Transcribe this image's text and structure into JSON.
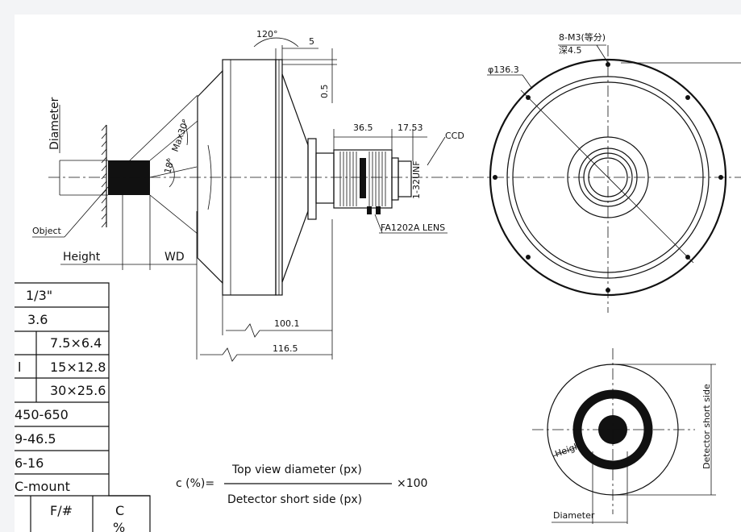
{
  "side_view": {
    "label_diameter": "Diameter",
    "label_object": "Object",
    "label_height": "Height",
    "label_wd": "WD",
    "angle_max": "Max30°",
    "angle_18": "18°",
    "angle_120": "120°",
    "dim_5": "5",
    "dim_0_5": "0.5",
    "dim_36_5": "36.5",
    "dim_17_53": "17.53",
    "thread": "1-32UNF",
    "ccd": "CCD",
    "lens_label": "FA1202A LENS",
    "dim_100_1": "100.1",
    "dim_116_5": "116.5"
  },
  "front_view": {
    "holes_label": "8-M3(等分)",
    "holes_depth": "深4.5",
    "dia_label": "φ136.3"
  },
  "detector_view": {
    "height_label": "Height",
    "diameter_label": "Diameter",
    "short_side_label": "Detector short side"
  },
  "formula": {
    "prefix": "c (%)=",
    "numerator": "Top view diameter (px)",
    "denominator": "Detector short side (px)",
    "multiplier": "×100"
  },
  "spec_table": {
    "rows": [
      "1/3\"",
      "3.6",
      "7.5×6.4",
      "15×12.8",
      "30×25.6",
      "450-650",
      "9-46.5",
      "6-16",
      "C-mount"
    ],
    "row_left_fragment": "l",
    "header_fnum": "F/#",
    "header_c": "C",
    "header_pct": "%"
  }
}
